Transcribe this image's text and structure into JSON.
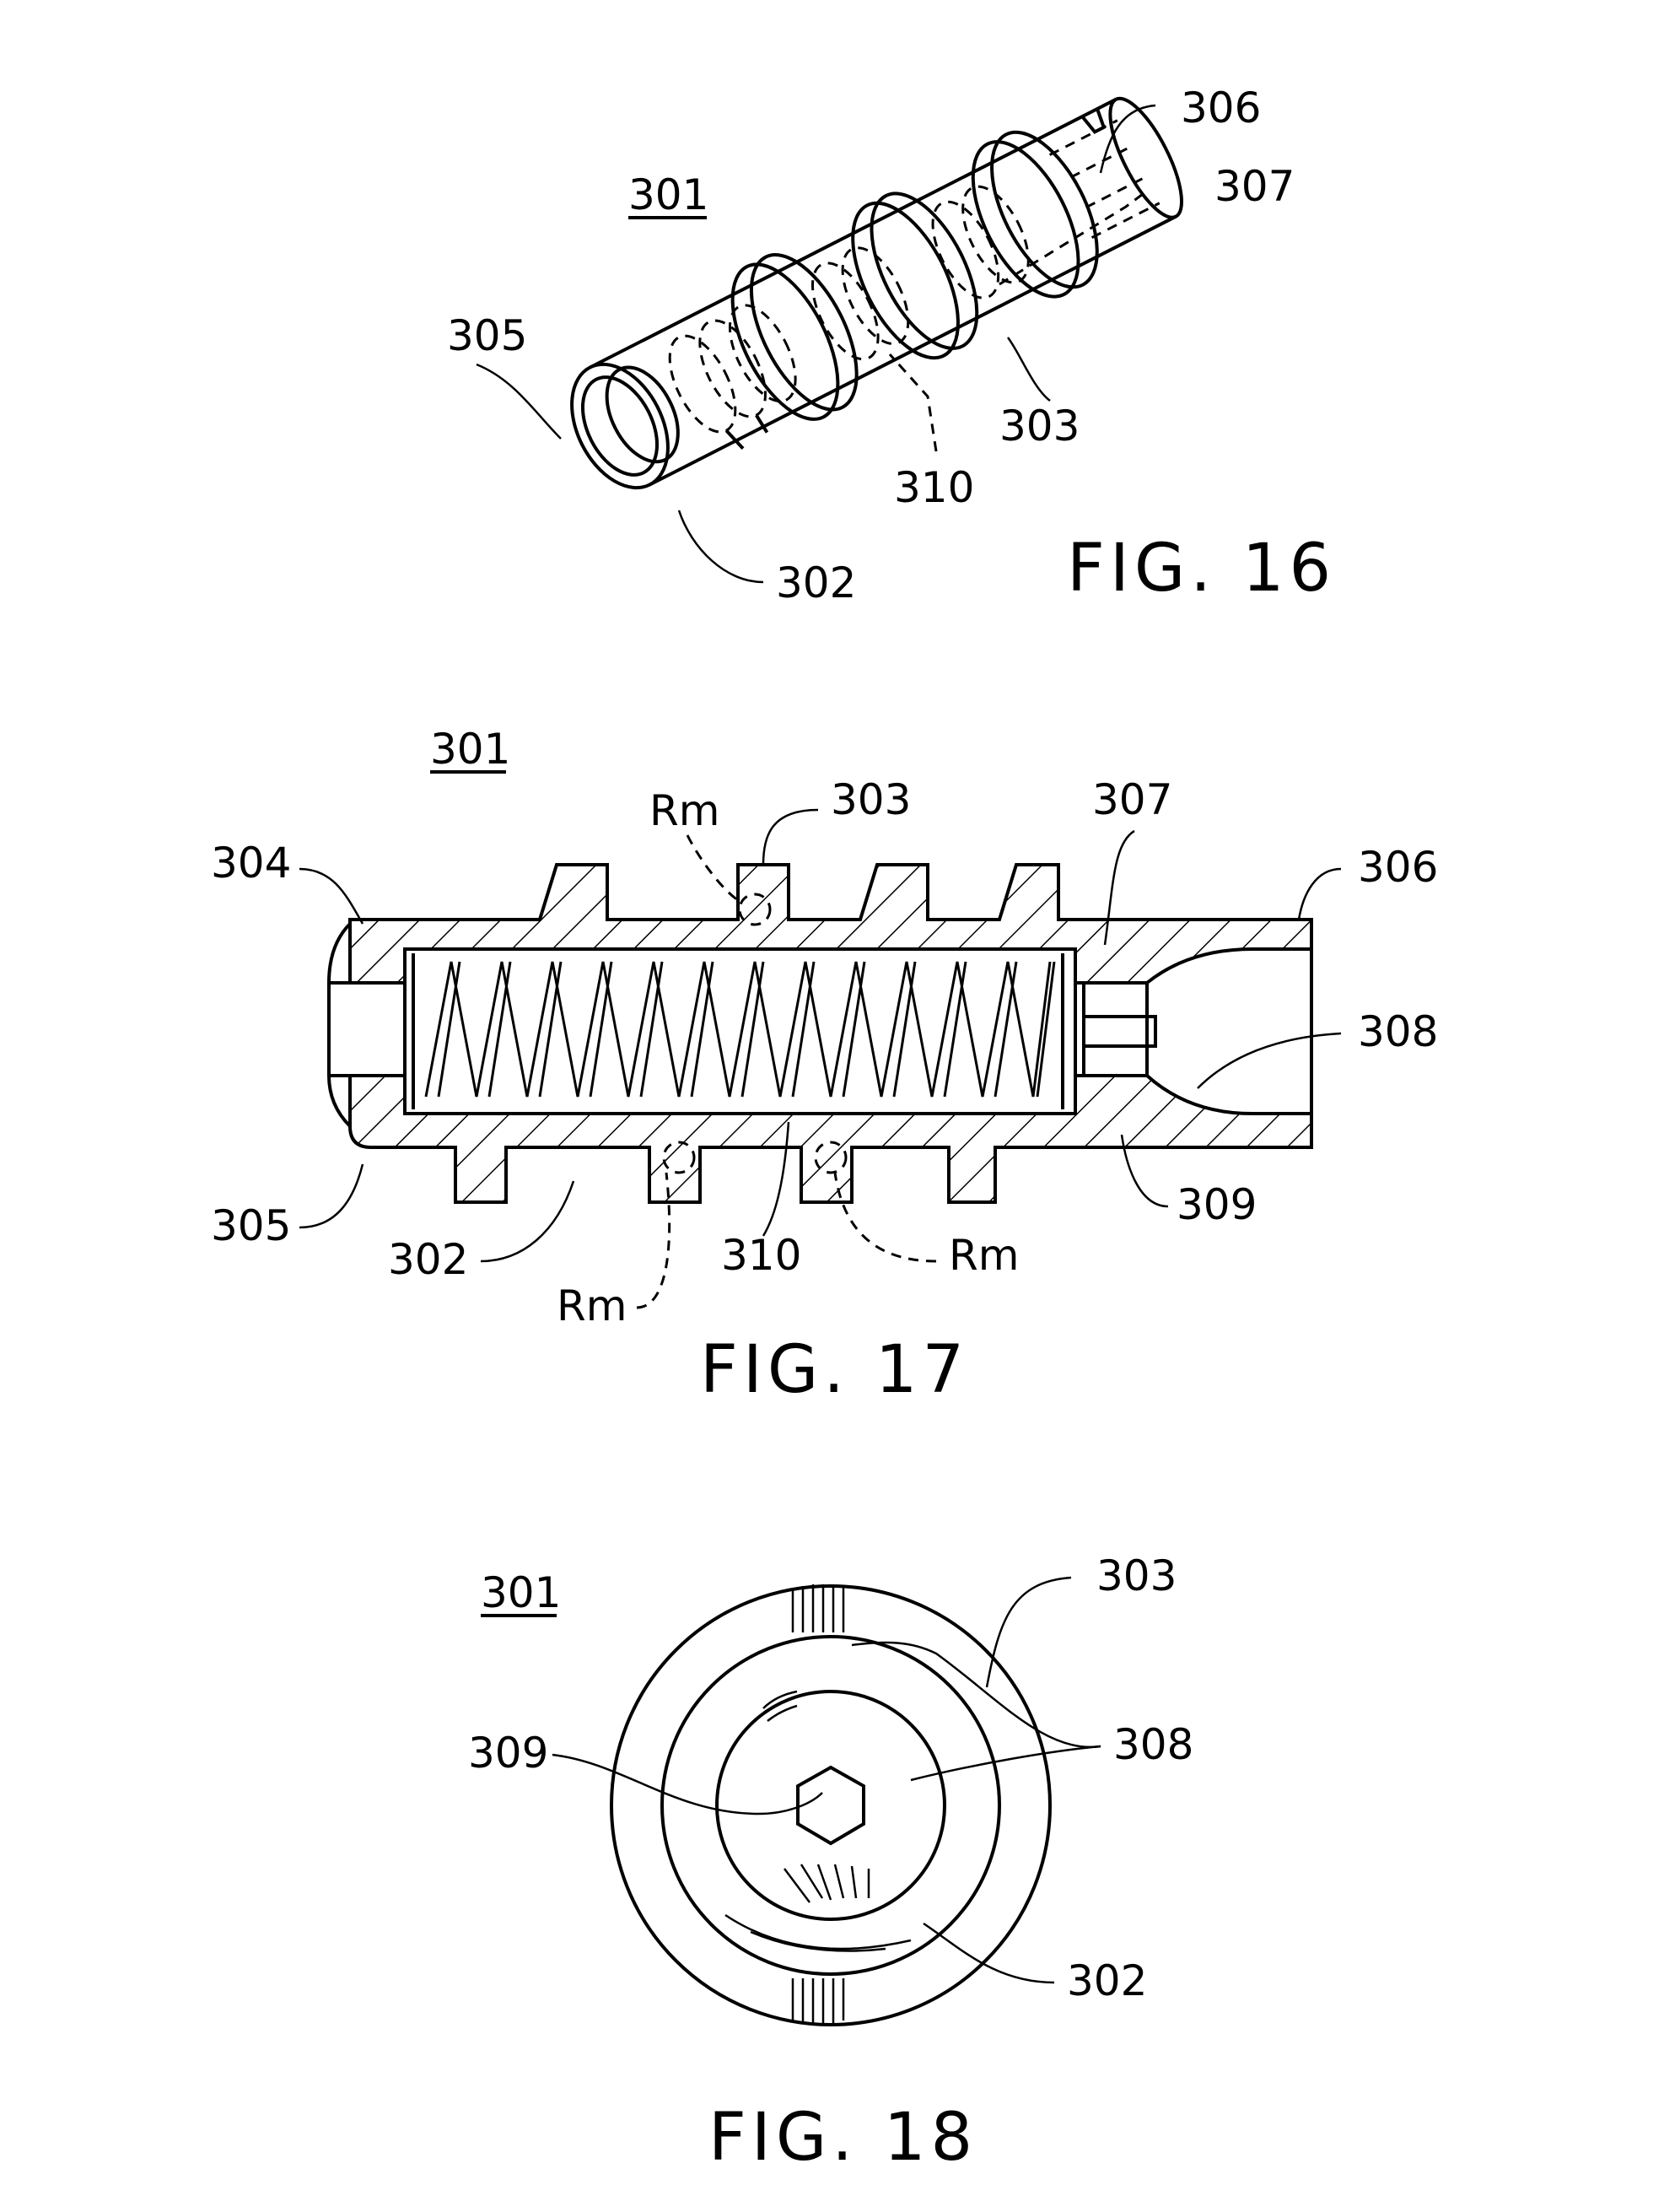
{
  "figures": [
    {
      "caption": "FIG. 16",
      "part": "301",
      "labels": [
        "305",
        "306",
        "307",
        "303",
        "310",
        "302"
      ]
    },
    {
      "caption": "FIG. 17",
      "part": "301",
      "labels": [
        "304",
        "Rm",
        "303",
        "307",
        "306",
        "308",
        "309",
        "305",
        "302",
        "Rm",
        "310",
        "Rm"
      ]
    },
    {
      "caption": "FIG. 18",
      "part": "301",
      "labels": [
        "303",
        "308",
        "309",
        "302"
      ]
    }
  ]
}
